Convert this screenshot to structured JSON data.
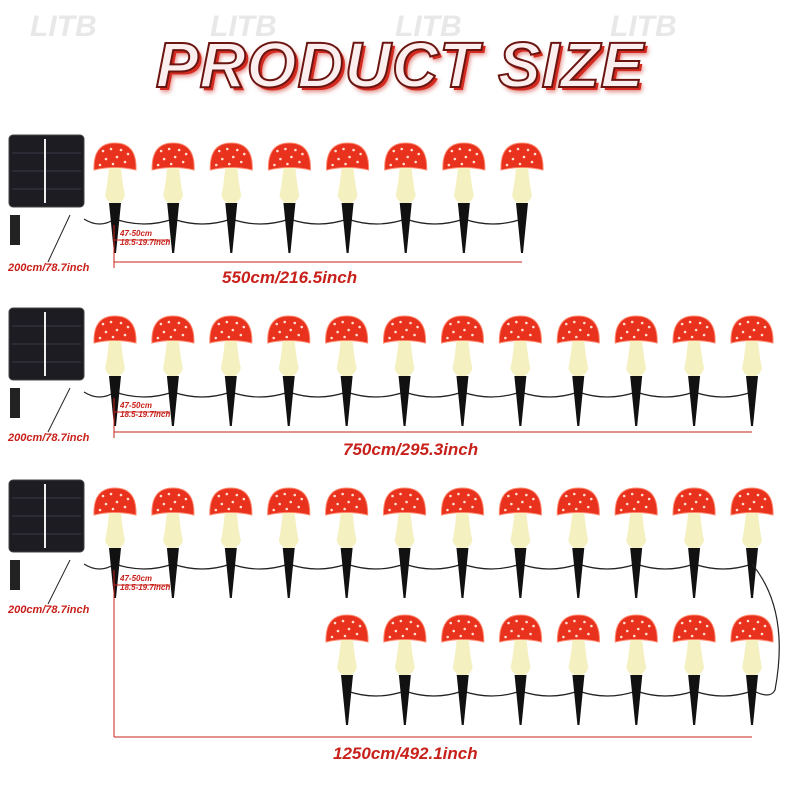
{
  "title": "PRODUCT SIZE",
  "watermark": "LITB",
  "colors": {
    "cap": "#e8321e",
    "stem": "#f4f0c0",
    "label": "#c8201a"
  },
  "rows": [
    {
      "count": 8,
      "length_label": "550cm/216.5inch",
      "cable_label": "200cm/78.7inch",
      "spacing_label_cm": "47-50cm",
      "spacing_label_inch": "18.5-19.7inch"
    },
    {
      "count": 12,
      "length_label": "750cm/295.3inch",
      "cable_label": "200cm/78.7inch",
      "spacing_label_cm": "47-50cm",
      "spacing_label_inch": "18.5-19.7inch"
    },
    {
      "count": 20,
      "length_label": "1250cm/492.1inch",
      "cable_label": "200cm/78.7inch",
      "spacing_label_cm": "47-50cm",
      "spacing_label_inch": "18.5-19.7inch"
    }
  ]
}
